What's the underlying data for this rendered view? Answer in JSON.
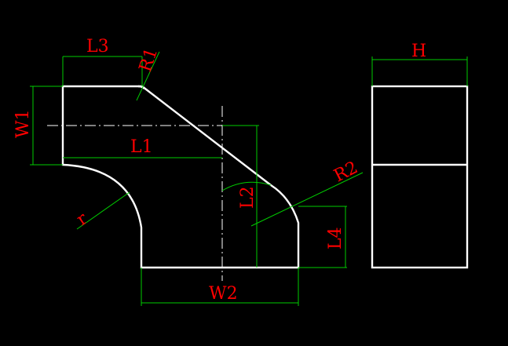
{
  "colors": {
    "background": "#000000",
    "outline": "#ffffff",
    "dimension_line": "#00cc00",
    "dimension_text": "#ff0000"
  },
  "labels": {
    "L3": "L3",
    "R1": "R1",
    "W1": "W1",
    "L1": "L1",
    "H": "H",
    "R2": "R2",
    "L2": "L2",
    "r": "r",
    "L4": "L4",
    "W2": "W2"
  }
}
